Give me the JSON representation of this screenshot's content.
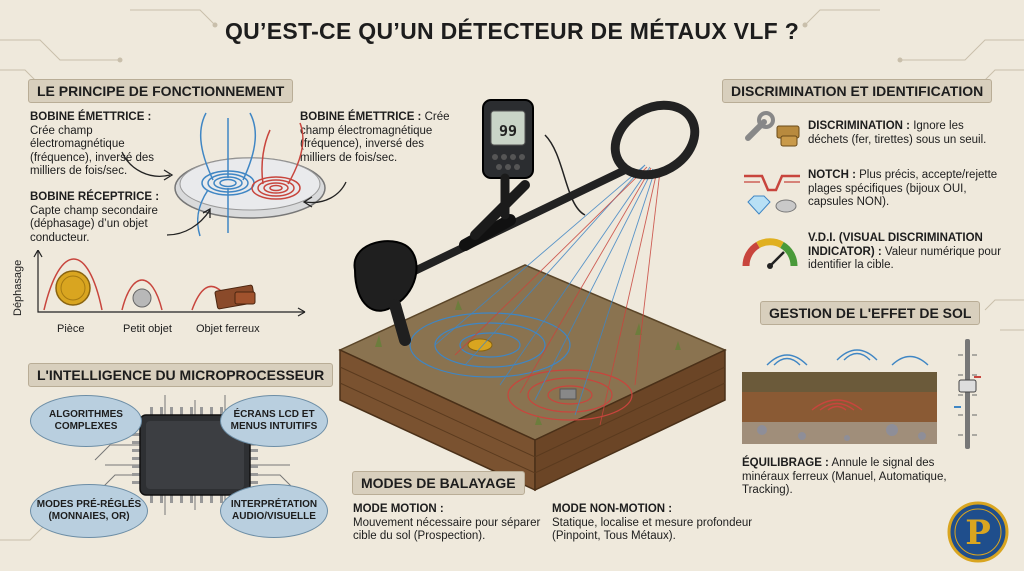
{
  "title": "QU’EST-CE QU’UN DÉTECTEUR DE MÉTAUX VLF ?",
  "principle": {
    "header": "LE PRINCIPE DE FONCTIONNEMENT",
    "emitter_left_title": "BOBINE ÉMETTRICE :",
    "emitter_left_text": "Crée champ électromagnétique (fréquence), inversé des milliers de fois/sec.",
    "receiver_title": "BOBINE RÉCEPTRICE :",
    "receiver_text": "Capte champ secondaire (déphasage) d’un objet conducteur.",
    "emitter_right_title": "BOBINE ÉMETTRICE :",
    "emitter_right_text": "Crée champ électromagnétique (fréquence), inversé des milliers de fois/sec.",
    "axis_label": "Déphasage",
    "objects": [
      "Pièce",
      "Petit objet",
      "Objet ferreux"
    ]
  },
  "microprocessor": {
    "header": "L'INTELLIGENCE DU MICROPROCESSEUR",
    "items": [
      "ALGORITHMES COMPLEXES",
      "ÉCRANS LCD ET MENUS INTUITIFS",
      "MODES PRÉ-RÉGLÉS (MONNAIES, OR)",
      "INTERPRÉTATION AUDIO/VISUELLE"
    ]
  },
  "detector": {
    "display_value": "99"
  },
  "modes": {
    "header": "MODES DE BALAYAGE",
    "motion_title": "MODE MOTION :",
    "motion_text": "Mouvement nécessaire pour séparer cible du sol (Prospection).",
    "nonmotion_title": "MODE NON-MOTION :",
    "nonmotion_text": "Statique, localise et mesure profondeur (Pinpoint, Tous Métaux)."
  },
  "discrimination": {
    "header": "DISCRIMINATION ET IDENTIFICATION",
    "disc_title": "DISCRIMINATION :",
    "disc_text": "Ignore les déchets (fer, tirettes) sous un seuil.",
    "notch_title": "NOTCH :",
    "notch_text": "Plus précis, accepte/rejette plages spécifiques (bijoux OUI, capsules NON).",
    "vdi_title": "V.D.I. (VISUAL DISCRIMINATION INDICATOR) :",
    "vdi_text": "Valeur numérique pour identifier la cible."
  },
  "ground": {
    "header": "GESTION DE L'EFFET DE SOL",
    "balance_title": "ÉQUILIBRAGE :",
    "balance_text": "Annule le signal des minéraux ferreux (Manuel, Automatique, Tracking)."
  },
  "logo_text": "P",
  "colors": {
    "background": "#efe9dc",
    "header_bg": "#d8cfbd",
    "field_blue": "#3f86c4",
    "field_red": "#c8453d",
    "oval_blue": "#b9cfdf",
    "gold": "#d9a520"
  }
}
